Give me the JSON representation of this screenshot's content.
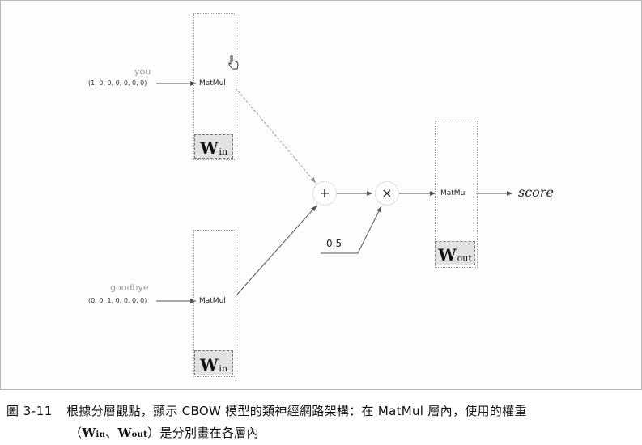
{
  "inputs": [
    {
      "word": "you",
      "vector": "(1, 0, 0, 0, 0, 0, 0)"
    },
    {
      "word": "goodbye",
      "vector": "(0, 0, 1, 0, 0, 0, 0)"
    }
  ],
  "layers": {
    "matmul_label": "MatMul",
    "w_in": {
      "main": "W",
      "sub": "in"
    },
    "w_out": {
      "main": "W",
      "sub": "out"
    }
  },
  "ops": {
    "add": "+",
    "multiply": "×"
  },
  "constant": "0.5",
  "output": "score",
  "caption": {
    "number": "圖 3-11",
    "line1": "根據分層觀點，顯示 CBOW 模型的類神經網路架構：在 MatMul 層內，使用的權重",
    "line2_open": "（",
    "line2_win_main": "W",
    "line2_win_sub": "in",
    "line2_sep": "、",
    "line2_wout_main": "W",
    "line2_wout_sub": "out",
    "line2_rest": "）是分別畫在各層內"
  }
}
